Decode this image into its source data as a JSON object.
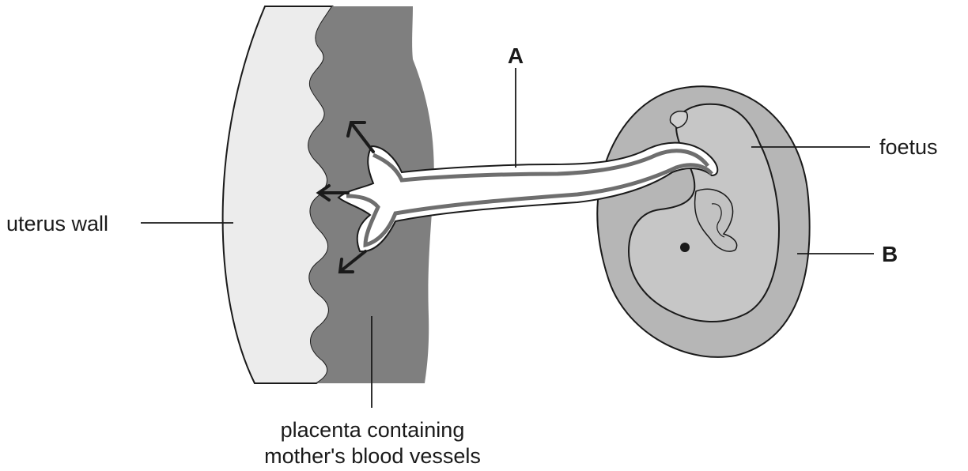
{
  "labels": {
    "a": "A",
    "b": "B",
    "foetus": "foetus",
    "uterus_wall": "uterus wall",
    "placenta_line1": "placenta containing",
    "placenta_line2": "mother's blood vessels"
  },
  "colors": {
    "uterus_wall": "#ececec",
    "placenta": "#7f7f7f",
    "amniotic_sac": "#b6b6b6",
    "foetus": "#c6c6c6",
    "cord_outer": "#ffffff",
    "cord_band": "#6e6e6e",
    "outline": "#1a1a1a"
  }
}
